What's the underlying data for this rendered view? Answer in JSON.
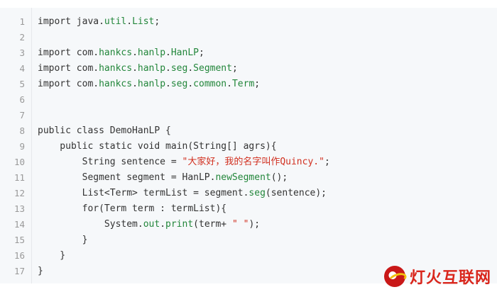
{
  "lines": [
    {
      "n": "1",
      "tokens": [
        {
          "t": "import java.",
          "c": "t-plain"
        },
        {
          "t": "util",
          "c": "t-pkg"
        },
        {
          "t": ".",
          "c": "t-plain"
        },
        {
          "t": "List",
          "c": "t-pkg"
        },
        {
          "t": ";",
          "c": "t-plain"
        }
      ]
    },
    {
      "n": "2",
      "tokens": []
    },
    {
      "n": "3",
      "tokens": [
        {
          "t": "import com.",
          "c": "t-plain"
        },
        {
          "t": "hankcs",
          "c": "t-pkg"
        },
        {
          "t": ".",
          "c": "t-plain"
        },
        {
          "t": "hanlp",
          "c": "t-pkg"
        },
        {
          "t": ".",
          "c": "t-plain"
        },
        {
          "t": "HanLP",
          "c": "t-pkg"
        },
        {
          "t": ";",
          "c": "t-plain"
        }
      ]
    },
    {
      "n": "4",
      "tokens": [
        {
          "t": "import com.",
          "c": "t-plain"
        },
        {
          "t": "hankcs",
          "c": "t-pkg"
        },
        {
          "t": ".",
          "c": "t-plain"
        },
        {
          "t": "hanlp",
          "c": "t-pkg"
        },
        {
          "t": ".",
          "c": "t-plain"
        },
        {
          "t": "seg",
          "c": "t-pkg"
        },
        {
          "t": ".",
          "c": "t-plain"
        },
        {
          "t": "Segment",
          "c": "t-pkg"
        },
        {
          "t": ";",
          "c": "t-plain"
        }
      ]
    },
    {
      "n": "5",
      "tokens": [
        {
          "t": "import com.",
          "c": "t-plain"
        },
        {
          "t": "hankcs",
          "c": "t-pkg"
        },
        {
          "t": ".",
          "c": "t-plain"
        },
        {
          "t": "hanlp",
          "c": "t-pkg"
        },
        {
          "t": ".",
          "c": "t-plain"
        },
        {
          "t": "seg",
          "c": "t-pkg"
        },
        {
          "t": ".",
          "c": "t-plain"
        },
        {
          "t": "common",
          "c": "t-pkg"
        },
        {
          "t": ".",
          "c": "t-plain"
        },
        {
          "t": "Term",
          "c": "t-pkg"
        },
        {
          "t": ";",
          "c": "t-plain"
        }
      ]
    },
    {
      "n": "6",
      "tokens": []
    },
    {
      "n": "7",
      "tokens": []
    },
    {
      "n": "8",
      "tokens": [
        {
          "t": "public class DemoHanLP {",
          "c": "t-plain"
        }
      ]
    },
    {
      "n": "9",
      "tokens": [
        {
          "t": "    public static void main(String[] agrs){",
          "c": "t-plain"
        }
      ]
    },
    {
      "n": "10",
      "tokens": [
        {
          "t": "        String sentence = ",
          "c": "t-plain"
        },
        {
          "t": "\"大家好，我的名字叫作Quincy.\"",
          "c": "t-str"
        },
        {
          "t": ";",
          "c": "t-plain"
        }
      ]
    },
    {
      "n": "11",
      "tokens": [
        {
          "t": "        Segment segment = HanLP.",
          "c": "t-plain"
        },
        {
          "t": "newSegment",
          "c": "t-pkg"
        },
        {
          "t": "();",
          "c": "t-plain"
        }
      ]
    },
    {
      "n": "12",
      "tokens": [
        {
          "t": "        List<Term> termList = segment.",
          "c": "t-plain"
        },
        {
          "t": "seg",
          "c": "t-pkg"
        },
        {
          "t": "(sentence);",
          "c": "t-plain"
        }
      ]
    },
    {
      "n": "13",
      "tokens": [
        {
          "t": "        for(Term term : termList){",
          "c": "t-plain"
        }
      ]
    },
    {
      "n": "14",
      "tokens": [
        {
          "t": "            System.",
          "c": "t-plain"
        },
        {
          "t": "out",
          "c": "t-pkg"
        },
        {
          "t": ".",
          "c": "t-plain"
        },
        {
          "t": "print",
          "c": "t-pkg"
        },
        {
          "t": "(term+ ",
          "c": "t-plain"
        },
        {
          "t": "\" \"",
          "c": "t-str"
        },
        {
          "t": ");",
          "c": "t-plain"
        }
      ]
    },
    {
      "n": "15",
      "tokens": [
        {
          "t": "        }",
          "c": "t-plain"
        }
      ]
    },
    {
      "n": "16",
      "tokens": [
        {
          "t": "    }",
          "c": "t-plain"
        }
      ]
    },
    {
      "n": "17",
      "tokens": [
        {
          "t": "}",
          "c": "t-plain"
        }
      ]
    }
  ],
  "watermark": {
    "text": "灯火互联网",
    "icon": "flame-logo-icon"
  },
  "colors": {
    "background": "#f6f8fa",
    "line_number": "#999999",
    "string": "#d12f1f",
    "package": "#22863a",
    "watermark": "#d9261c"
  }
}
